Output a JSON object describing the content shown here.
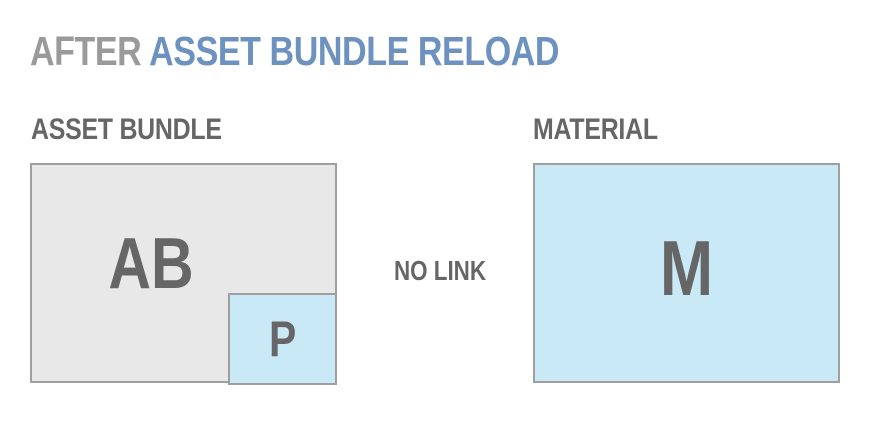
{
  "title": {
    "prefix": "AFTER",
    "highlight": "ASSET BUNDLE RELOAD"
  },
  "left_panel": {
    "heading": "ASSET BUNDLE",
    "bundle_label": "AB",
    "asset_label": "P"
  },
  "connector": {
    "label": "NO LINK"
  },
  "right_panel": {
    "heading": "MATERIAL",
    "material_label": "M"
  },
  "colors": {
    "title_prefix_gray": "#9a9a9a",
    "title_highlight_blue": "#6e92bf",
    "bundle_fill_gray": "#e8e8e8",
    "asset_fill_blue": "#c9e9f6",
    "box_border_gray": "#9f9f9f",
    "dark_text_gray": "#666666",
    "background": "#ffffff"
  }
}
